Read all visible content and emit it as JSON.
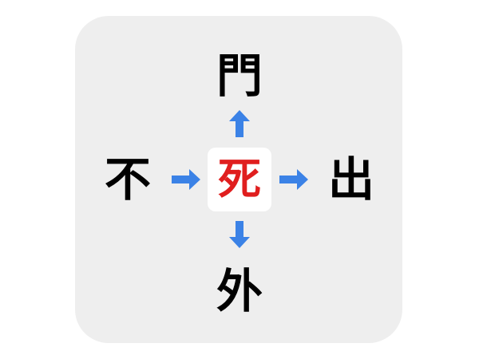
{
  "puzzle": {
    "center": "死",
    "top": "門",
    "left": "不",
    "right": "出",
    "bottom": "外",
    "center_color": "#e01e1e",
    "arrow_color": "#3b82e6",
    "panel_color": "#eeeeee",
    "icons": [
      "arrow-up-icon",
      "arrow-left-icon",
      "arrow-right-icon",
      "arrow-down-icon"
    ]
  }
}
